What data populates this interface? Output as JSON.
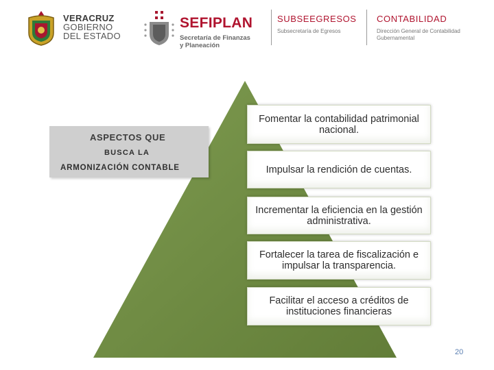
{
  "header": {
    "veracruz": {
      "line1": "VERACRUZ",
      "line2": "GOBIERNO",
      "line3": "DEL ESTADO"
    },
    "sefiplan": {
      "title": "SEFIPLAN",
      "subtitle_line1": "Secretaría de Finanzas",
      "subtitle_line2": "y Planeación"
    },
    "subsecretaria": {
      "title": "SUBSEEGRESOS",
      "subtitle": "Subsecretaría de Egresos"
    },
    "contabilidad": {
      "title": "CONTABILIDAD",
      "subtitle_line1": "Dirección General de Contabilidad",
      "subtitle_line2": "Gubernamental"
    }
  },
  "aspects_box": {
    "line1": "ASPECTOS QUE",
    "line2": "BUSCA LA",
    "line3": "ARMONIZACIÓN CONTABLE"
  },
  "pyramid_items": [
    "Fomentar la contabilidad patrimonial nacional.",
    "Impulsar la rendición de cuentas.",
    "Incrementar la eficiencia en la gestión administrativa.",
    "Fortalecer la tarea de fiscalización e impulsar la transparencia.",
    "Facilitar el acceso a créditos de instituciones financieras"
  ],
  "page_number": "20",
  "colors": {
    "pyramid": "#6f8c42",
    "brand_red": "#b0142f",
    "aspect_box": "#cfcfcf"
  }
}
